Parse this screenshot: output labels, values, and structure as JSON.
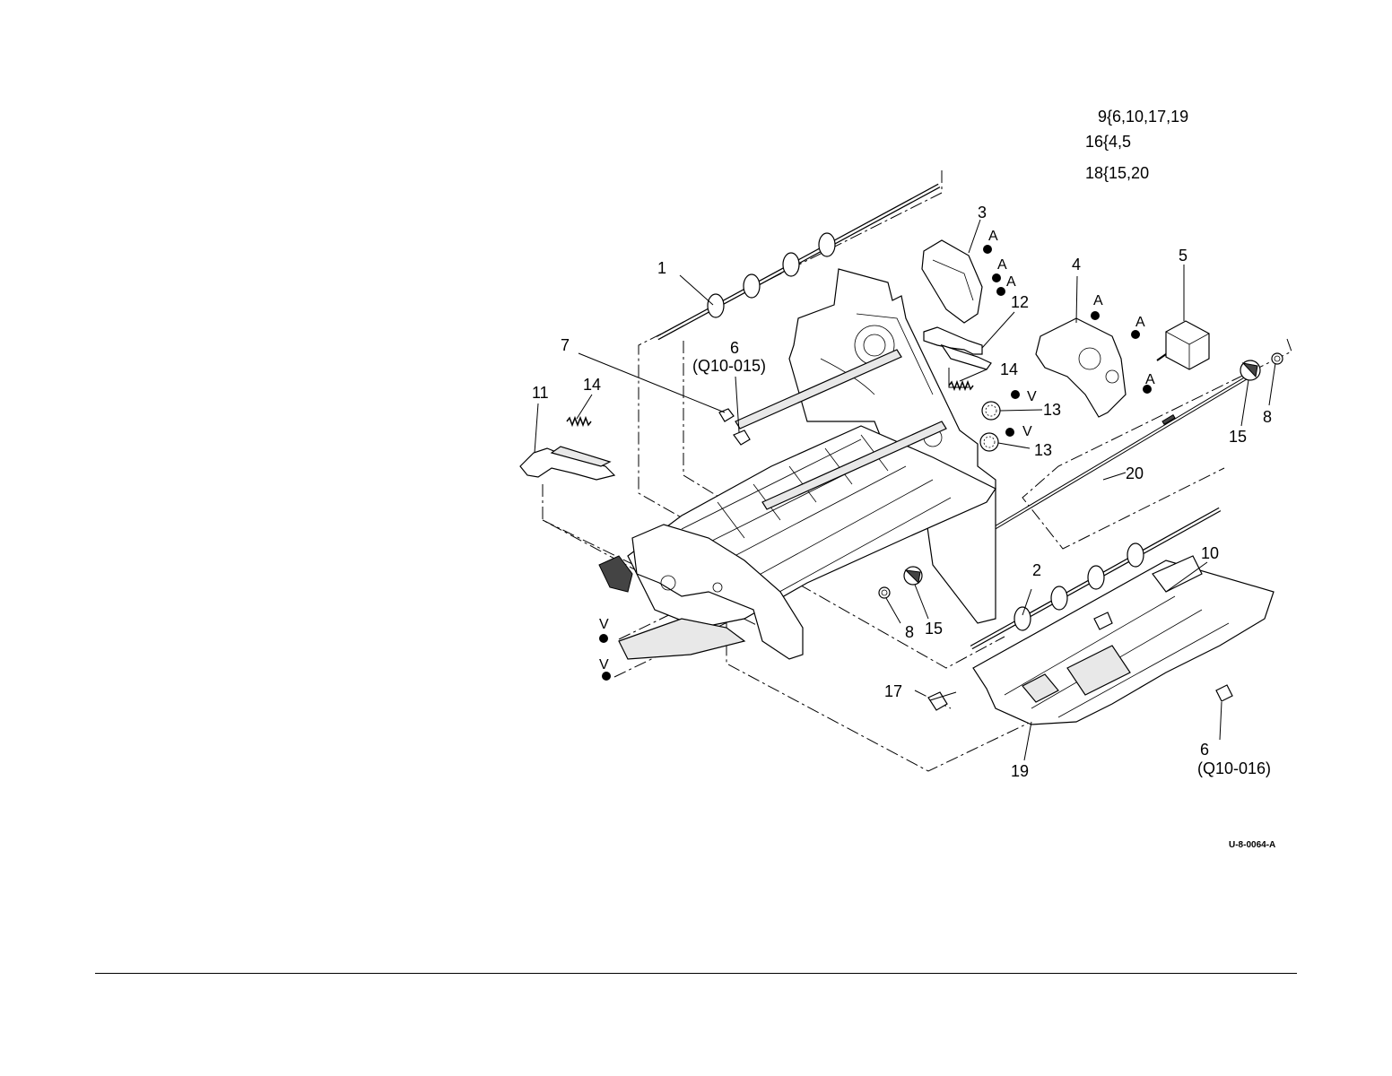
{
  "legend": {
    "line1": "9{6,10,17,19",
    "line2": "16{4,5",
    "line3": "18{15,20"
  },
  "callouts": {
    "c1": "1",
    "c2": "2",
    "c3": "3",
    "c4": "4",
    "c5": "5",
    "c6a": "6",
    "c6a_ref": "(Q10-015)",
    "c6b": "6",
    "c6b_ref": "(Q10-016)",
    "c7": "7",
    "c8a": "8",
    "c8b": "8",
    "c10": "10",
    "c11": "11",
    "c12": "12",
    "c13a": "13",
    "c13b": "13",
    "c14a": "14",
    "c14b": "14",
    "c15a": "15",
    "c15b": "15",
    "c17": "17",
    "c19": "19",
    "c20": "20"
  },
  "fasteners": {
    "a1": "A",
    "a2": "A",
    "a3": "A",
    "a4": "A",
    "a5": "A",
    "a6": "A",
    "v1": "V",
    "v2": "V",
    "v3": "V",
    "v4": "V"
  },
  "figure_code": "U-8-0064-A"
}
